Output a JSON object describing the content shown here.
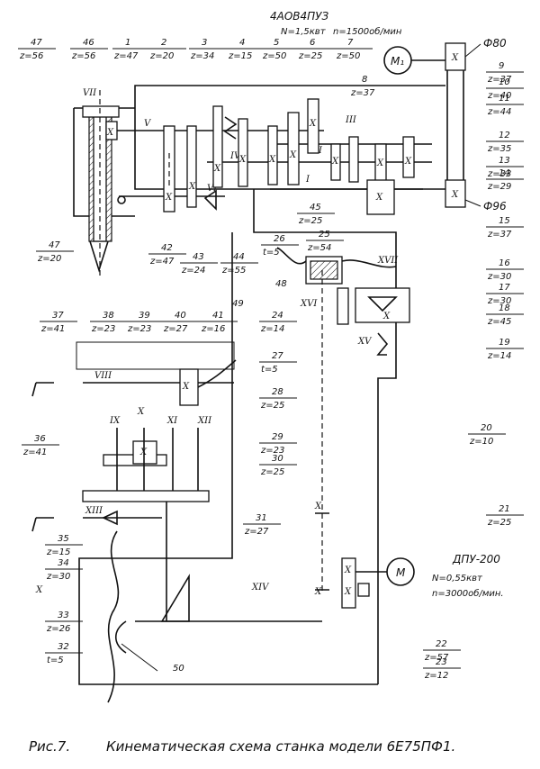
{
  "caption": {
    "fig": "Рис.7.",
    "text": "Кинематическая схема станка модели 6Е75ПФ1."
  },
  "motor_main": {
    "symbol": "M₁",
    "model": "4АОВ4ПУЗ",
    "power": "N=1,5квт",
    "speed": "n=1500об/мин"
  },
  "motor_feed": {
    "symbol": "M",
    "model": "ДПУ-200",
    "power": "N=0,55квт",
    "speed": "n=3000об/мин."
  },
  "pulleys": {
    "top": "Ф80",
    "bottom": "Ф96"
  },
  "labels": {
    "p1": [
      "47",
      "z=56"
    ],
    "p2": [
      "46",
      "z=56"
    ],
    "p3": [
      "1",
      "z=47"
    ],
    "p4": [
      "2",
      "z=20"
    ],
    "p5": [
      "3",
      "z=34"
    ],
    "p6": [
      "4",
      "z=15"
    ],
    "p7": [
      "5",
      "z=50"
    ],
    "p8": [
      "6",
      "z=25"
    ],
    "p9": [
      "7",
      "z=50"
    ],
    "p10": [
      "8",
      "z=37"
    ],
    "p11": [
      "9",
      "z=37"
    ],
    "p12": [
      "10",
      "z=40"
    ],
    "p13": [
      "11",
      "z=44"
    ],
    "p14": [
      "12",
      "z=35"
    ],
    "p15": [
      "13",
      "z=33"
    ],
    "p16": [
      "14",
      "z=29"
    ],
    "p17": [
      "15",
      "z=37"
    ],
    "p18": [
      "45",
      "z=25"
    ],
    "p19": [
      "47",
      "z=20"
    ],
    "p20": [
      "42",
      "z=47"
    ],
    "p21": [
      "43",
      "z=24"
    ],
    "p22": [
      "44",
      "z=55"
    ],
    "p23": [
      "26",
      "t=5"
    ],
    "p24": [
      "25",
      "z=54"
    ],
    "p25": [
      "16",
      "z=30"
    ],
    "p26": [
      "17",
      "z=30"
    ],
    "p27": [
      "18",
      "z=45"
    ],
    "p28": [
      "19",
      "z=14"
    ],
    "p29": [
      "37",
      "z=41"
    ],
    "p30": [
      "38",
      "z=23"
    ],
    "p31": [
      "39",
      "z=23"
    ],
    "p32": [
      "40",
      "z=27"
    ],
    "p33": [
      "41",
      "z=16"
    ],
    "p34": [
      "24",
      "z=14"
    ],
    "p35": [
      "27",
      "t=5"
    ],
    "p36": [
      "28",
      "z=25"
    ],
    "p37": [
      "36",
      "z=41"
    ],
    "p38": [
      "29",
      "z=23"
    ],
    "p39": [
      "30",
      "z=25"
    ],
    "p40": [
      "20",
      "z=10"
    ],
    "p41": [
      "21",
      "z=25"
    ],
    "p42": [
      "31",
      "z=27"
    ],
    "p43": [
      "35",
      "z=15"
    ],
    "p44": [
      "34",
      "z=30"
    ],
    "p45": [
      "33",
      "z=26"
    ],
    "p46": [
      "32",
      "t=5"
    ],
    "p47": [
      "22",
      "z=57"
    ],
    "p48": [
      "23",
      "z=12"
    ]
  },
  "extra_numbers": {
    "n48": "48",
    "n49": "49",
    "n50": "50"
  },
  "shafts": [
    "I",
    "II",
    "III",
    "IV",
    "V",
    "VI",
    "VII",
    "VIII",
    "IX",
    "X",
    "XI",
    "XII",
    "XIII",
    "XIV",
    "XV",
    "XVI",
    "XVII"
  ]
}
